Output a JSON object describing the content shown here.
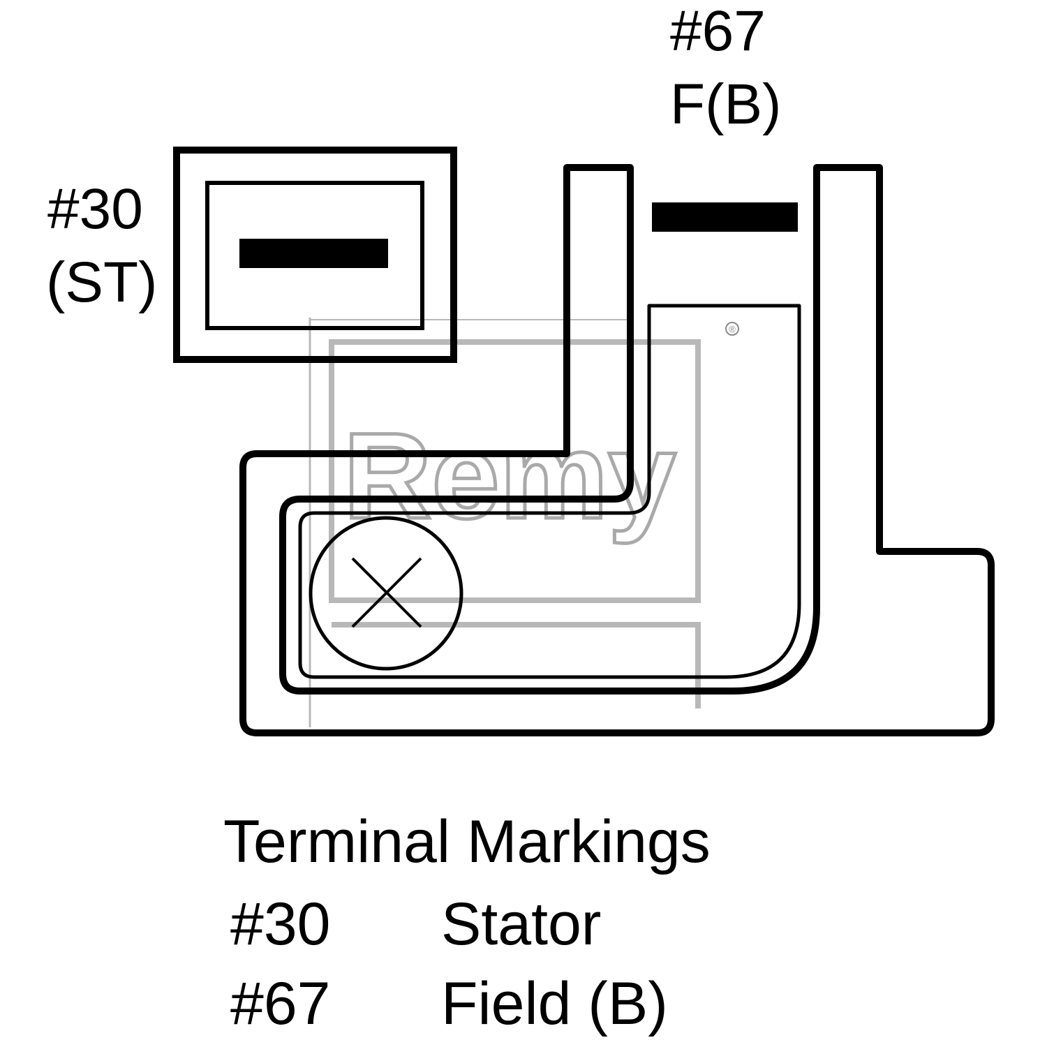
{
  "terminal_30": {
    "number": "#30",
    "code": "(ST)"
  },
  "terminal_67": {
    "number": "#67",
    "code": "F(B)"
  },
  "watermark": {
    "brand": "Remy",
    "registered_mark": "®"
  },
  "legend": {
    "title": "Terminal Markings",
    "rows": [
      {
        "number": "#30",
        "name": "Stator"
      },
      {
        "number": "#67",
        "name": "Field (B)"
      }
    ]
  },
  "colors": {
    "ink": "#000000",
    "watermark": "#a9a9a9",
    "background": "#ffffff"
  }
}
